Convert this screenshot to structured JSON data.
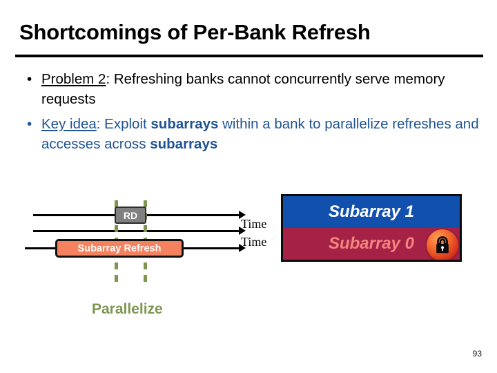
{
  "slide": {
    "title": "Shortcomings of Per-Bank Refresh",
    "page_number": "93"
  },
  "bullets": [
    {
      "marker": "•",
      "lead": "Problem 2",
      "after_lead": ": Refreshing banks cannot concurrently serve memory requests",
      "color": "#000000",
      "style": "plain"
    },
    {
      "marker": "•",
      "lead": "Key idea",
      "seg1": ": Exploit ",
      "bold1": "subarrays",
      "seg2": " within a bank to parallelize refreshes and accesses across ",
      "bold2": "subarrays",
      "color": "#1f5393",
      "style": "blue"
    }
  ],
  "timeline": {
    "rd_label": "RD",
    "refresh_label": "Subarray Refresh",
    "time_label_top": "Time",
    "time_label_bottom": "Time",
    "parallelize_label": "Parallelize",
    "rd_box_color": "#808080",
    "refresh_box_color": "#f4825f",
    "dash_color": "#7d9550",
    "axis_color": "#000000"
  },
  "subarrays": {
    "rows": [
      {
        "label": "Subarray 1",
        "bg": "#1250ae",
        "fg": "#ffffff"
      },
      {
        "label": "Subarray 0",
        "bg": "#a62146",
        "fg": "#f2867f"
      }
    ],
    "lock_icon_name": "lock-icon"
  }
}
